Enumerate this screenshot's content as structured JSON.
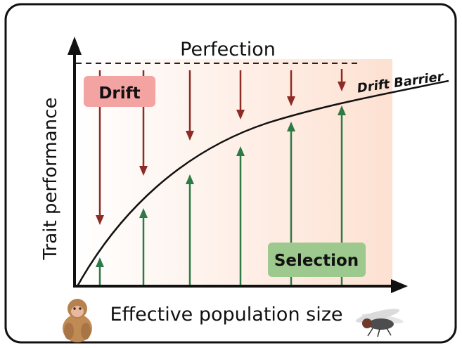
{
  "diagram": {
    "perfection_label": "Perfection",
    "drift_barrier_label": "Drift Barrier",
    "drift_label": "Drift",
    "selection_label": "Selection",
    "y_axis_label": "Trait performance",
    "x_axis_label": "Effective population size",
    "organisms": [
      "monkey-icon",
      "fly-icon"
    ],
    "colors": {
      "drift_arrow": "#8e2b25",
      "selection_arrow": "#2e7a45",
      "drift_badge": "#f4a3a3",
      "selection_badge": "#9ec98e",
      "background_gradient_start": "#ffffff",
      "background_gradient_end": "#fde4d6",
      "curve": "#111111",
      "border": "#111111"
    }
  }
}
